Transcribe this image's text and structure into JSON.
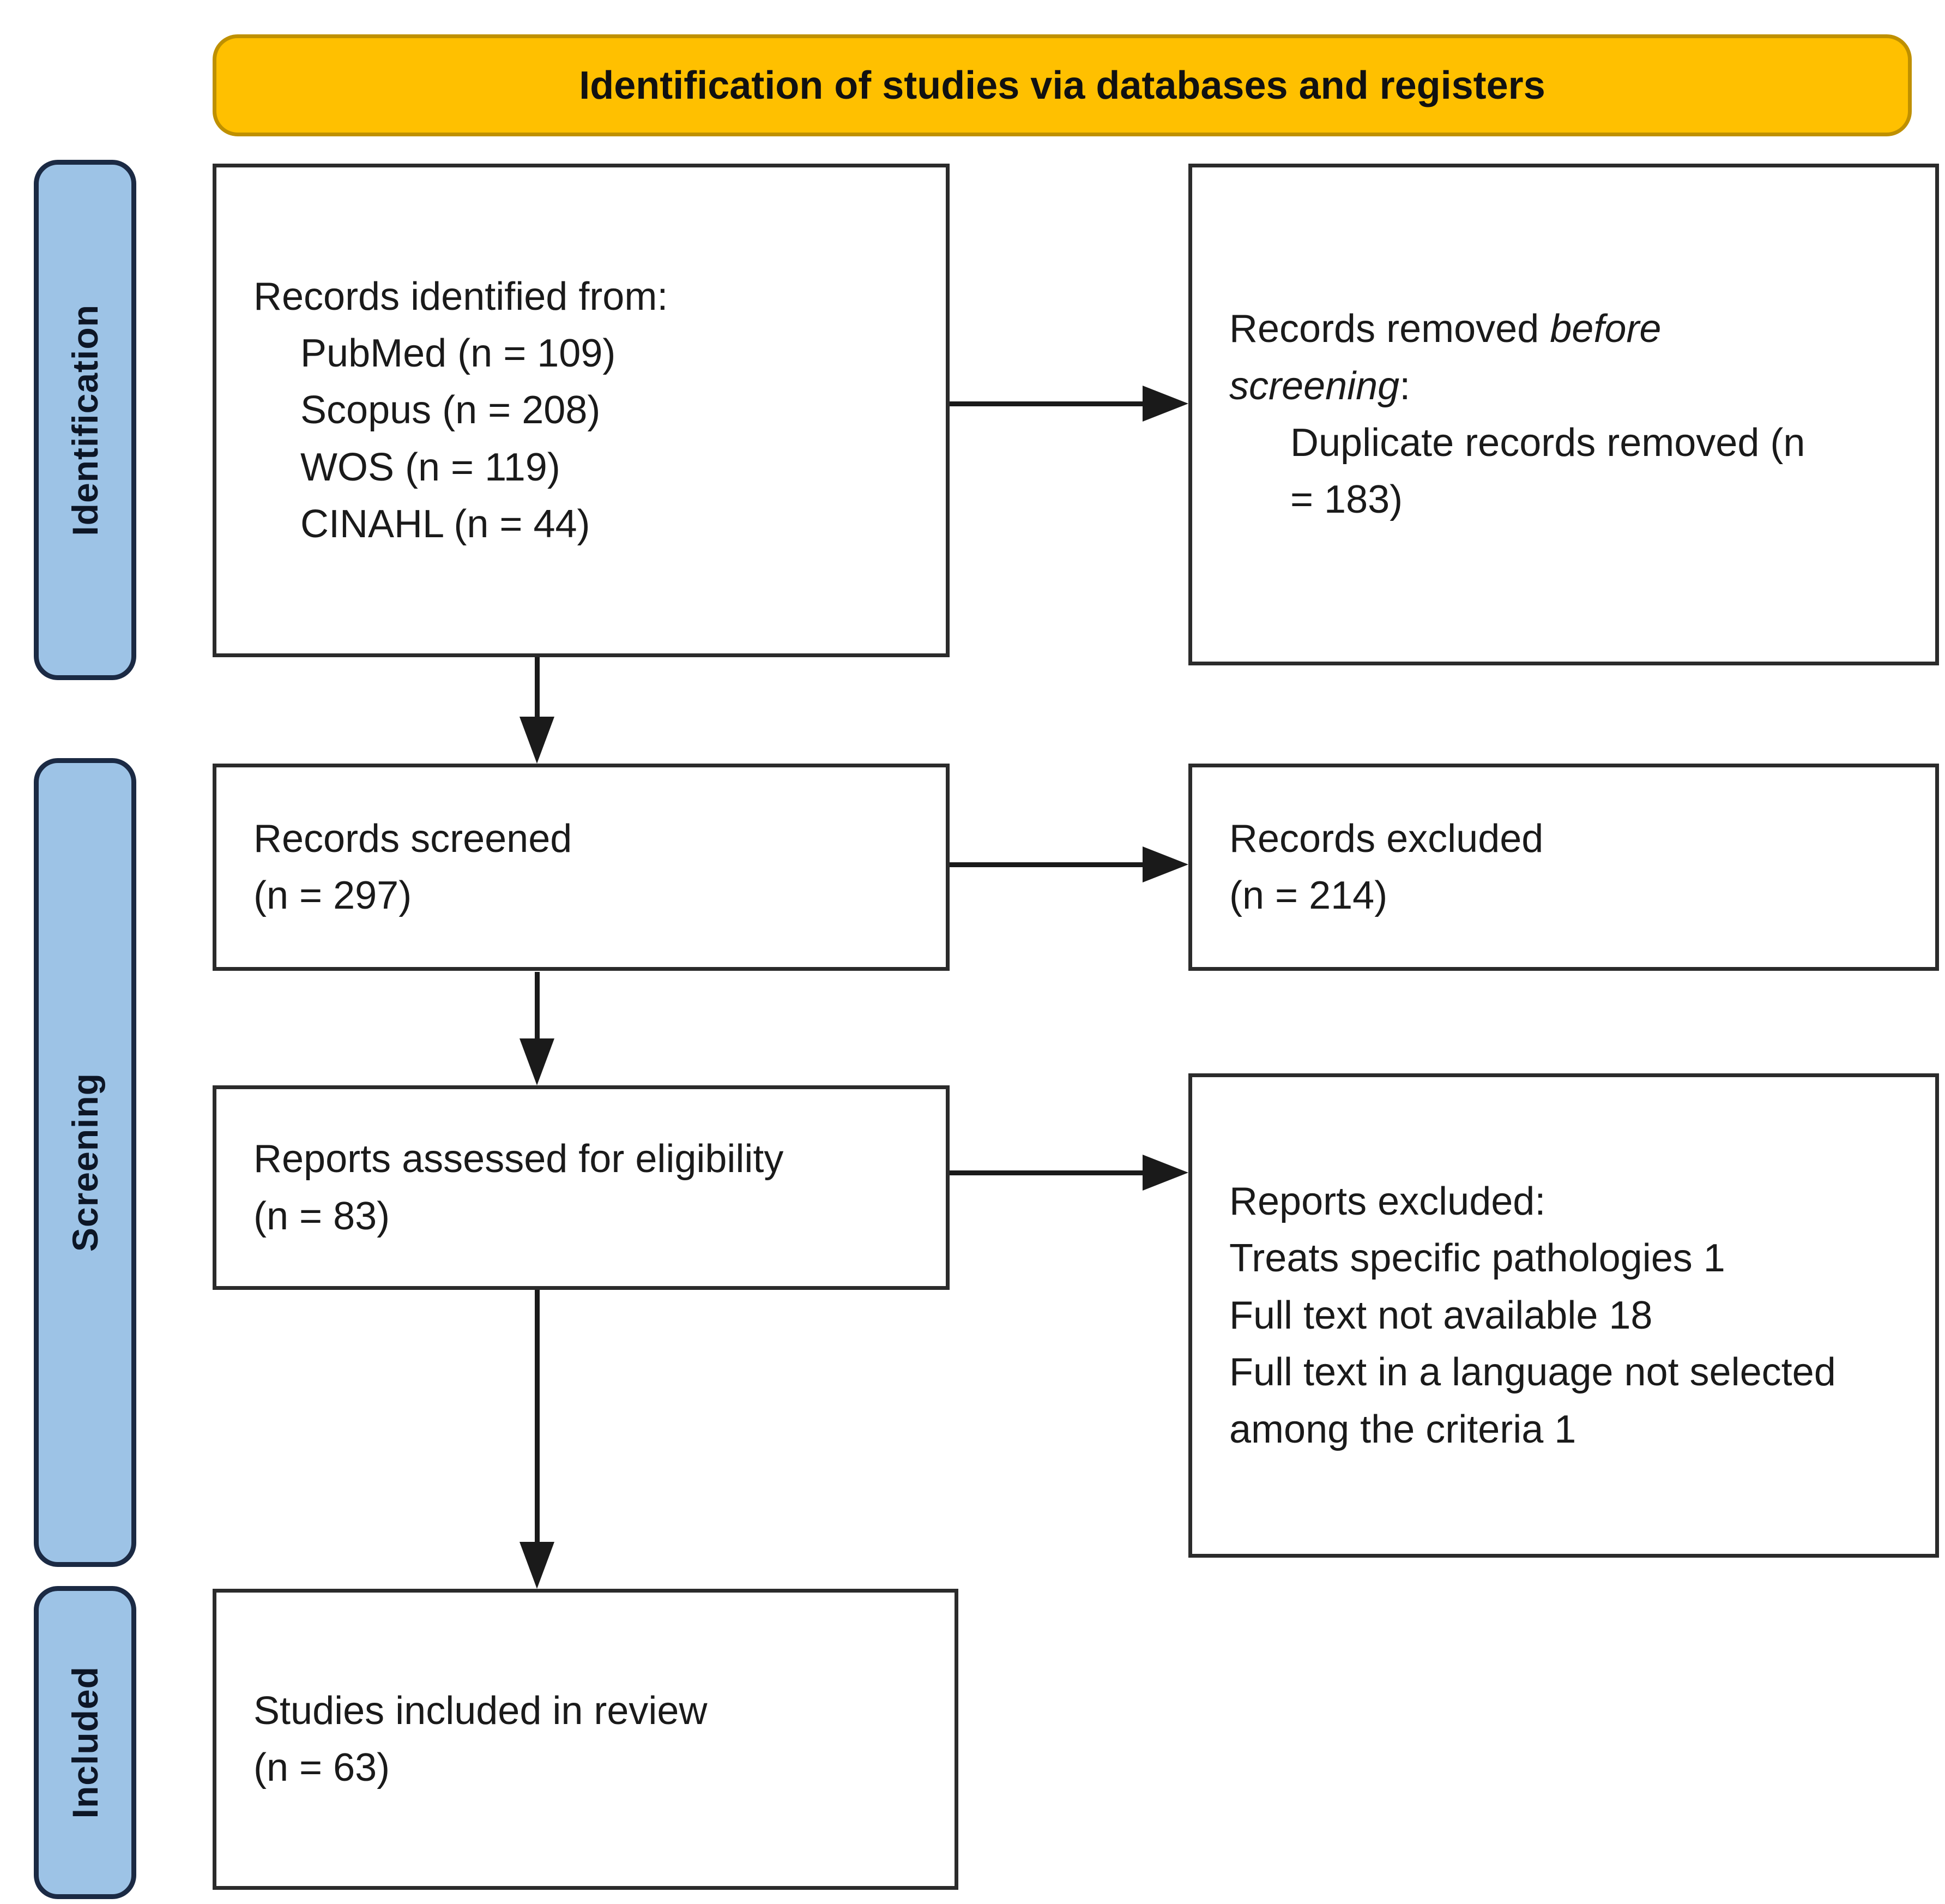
{
  "title": "Identification of studies via databases and registers",
  "colors": {
    "banner_fill": "#FFC000",
    "banner_border": "#BF9000",
    "sidebar_fill": "#9DC3E6",
    "sidebar_border": "#1B2A44",
    "box_border": "#2B2B2B",
    "arrow": "#1A1A1A"
  },
  "sidebar": {
    "items": [
      {
        "label": "Identification"
      },
      {
        "label": "Screening"
      },
      {
        "label": "Included"
      }
    ]
  },
  "boxes": {
    "identified": {
      "heading": "Records identified from:",
      "items": [
        "PubMed (n = 109)",
        "Scopus (n = 208)",
        "WOS (n = 119)",
        "CINAHL (n = 44)"
      ]
    },
    "removed": {
      "heading_prefix": "Records removed ",
      "heading_italic": "before screening",
      "heading_suffix": ":",
      "item": "Duplicate records removed (n = 183)"
    },
    "screened": {
      "line1": "Records screened",
      "line2": "(n = 297)"
    },
    "excluded": {
      "line1": "Records excluded",
      "line2": "(n = 214)"
    },
    "assessed": {
      "line1": "Reports assessed for eligibility",
      "line2": "(n = 83)"
    },
    "reports_excluded": {
      "heading": "Reports excluded:",
      "reasons": [
        "Treats specific pathologies 1",
        "Full text not available 18",
        "Full text in a language not selected among the criteria 1"
      ]
    },
    "included": {
      "line1": "Studies included in review",
      "line2": "(n = 63)"
    }
  }
}
